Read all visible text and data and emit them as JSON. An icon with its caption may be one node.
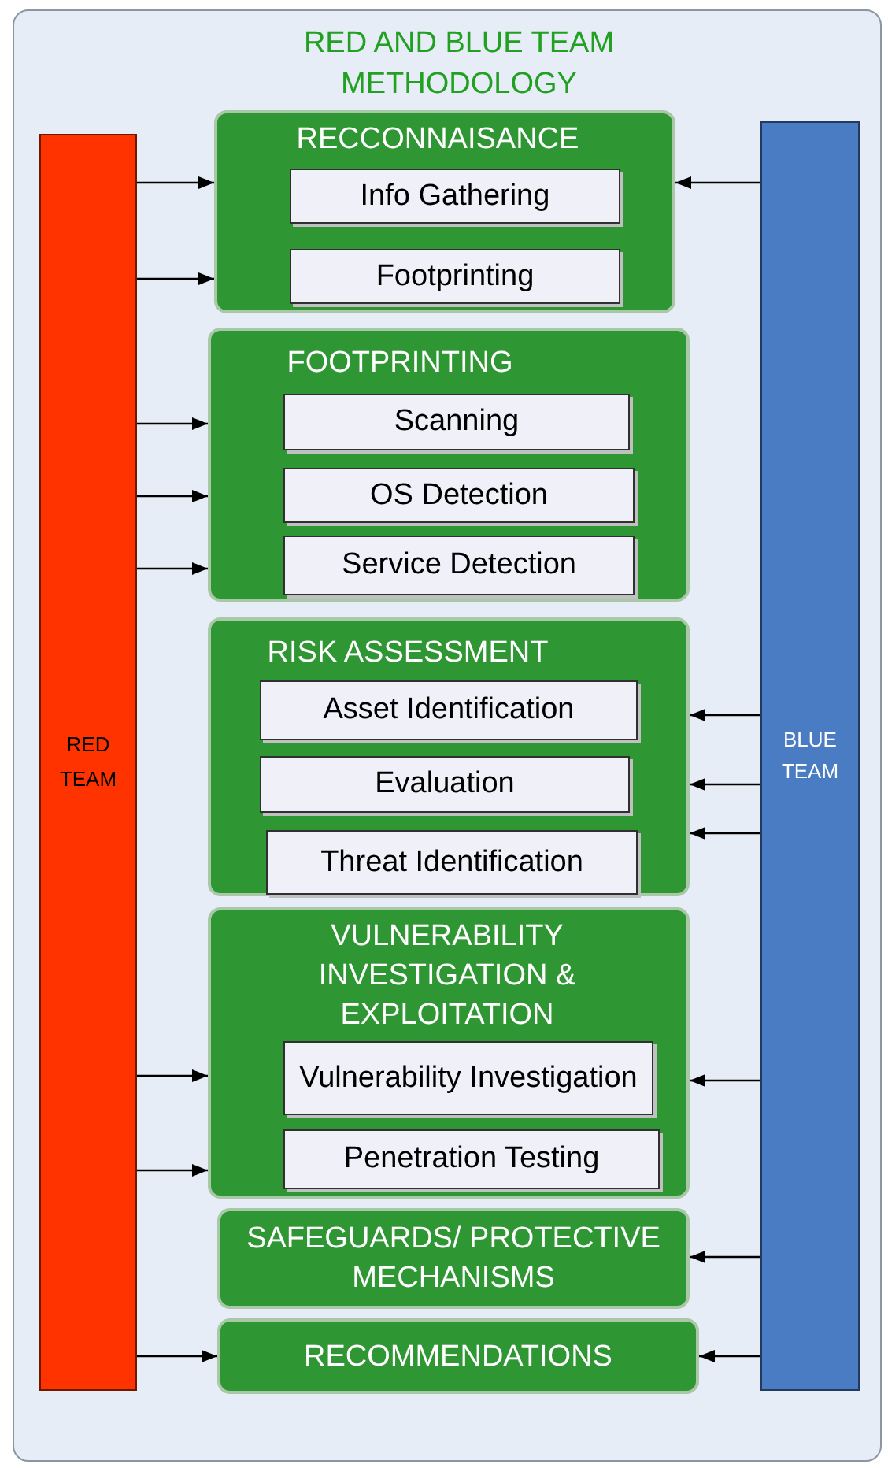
{
  "diagram": {
    "title": "RED AND BLUE TEAM METHODOLOGY",
    "nodes": [
      {
        "text": [
          "RED TEAM"
        ]
      },
      {
        "text": [
          "RECCONNAISANCE"
        ]
      },
      {
        "text": [
          "Info Gathering"
        ],
        "in": 1
      },
      {
        "text": [
          "Footprinting"
        ],
        "in": 1
      },
      {
        "text": [
          "FOOTPRINTING"
        ]
      },
      {
        "text": [
          "Scanning"
        ],
        "in": 4
      },
      {
        "text": [
          "OS Detection"
        ],
        "in": 4
      },
      {
        "text": [
          "Service Detection"
        ],
        "in": 4
      },
      {
        "text": [
          "RISK ASSESSMENT"
        ]
      },
      {
        "text": [
          "Asset Identification"
        ],
        "in": 8
      },
      {
        "text": [
          "Evaluation"
        ],
        "in": 8
      },
      {
        "text": [
          "Threat Identification"
        ],
        "in": 8
      },
      {
        "text": [
          "VULNERABILITY INVESTIGATION & EXPLOITATION"
        ]
      },
      {
        "text": [
          "Vulnerability Investigation"
        ],
        "in": 12
      },
      {
        "text": [
          "Penetration Testing"
        ],
        "in": 12
      },
      {
        "text": [
          "SAFEGUARDS/ PROTECTIVE MECHANISMS"
        ]
      },
      {
        "text": [
          "RECOMMENDATIONS"
        ]
      },
      {
        "text": [
          "BLUE TEAM"
        ]
      }
    ],
    "edges": [
      {
        "from": 0,
        "to": 1,
        "arrow": "to"
      },
      {
        "from": 0,
        "to": 1,
        "arrow": "to"
      },
      {
        "from": 0,
        "to": 4,
        "arrow": "to"
      },
      {
        "from": 0,
        "to": 4,
        "arrow": "to"
      },
      {
        "from": 0,
        "to": 4,
        "arrow": "to"
      },
      {
        "from": 0,
        "to": 12,
        "arrow": "to"
      },
      {
        "from": 0,
        "to": 12,
        "arrow": "to"
      },
      {
        "from": 0,
        "to": 16,
        "arrow": "to"
      },
      {
        "from": 17,
        "to": 1,
        "arrow": "to"
      },
      {
        "from": 17,
        "to": 8,
        "arrow": "to"
      },
      {
        "from": 17,
        "to": 8,
        "arrow": "to"
      },
      {
        "from": 17,
        "to": 8,
        "arrow": "to"
      },
      {
        "from": 17,
        "to": 12,
        "arrow": "to"
      },
      {
        "from": 17,
        "to": 15,
        "arrow": "to"
      },
      {
        "from": 17,
        "to": 16,
        "arrow": "to"
      }
    ]
  }
}
